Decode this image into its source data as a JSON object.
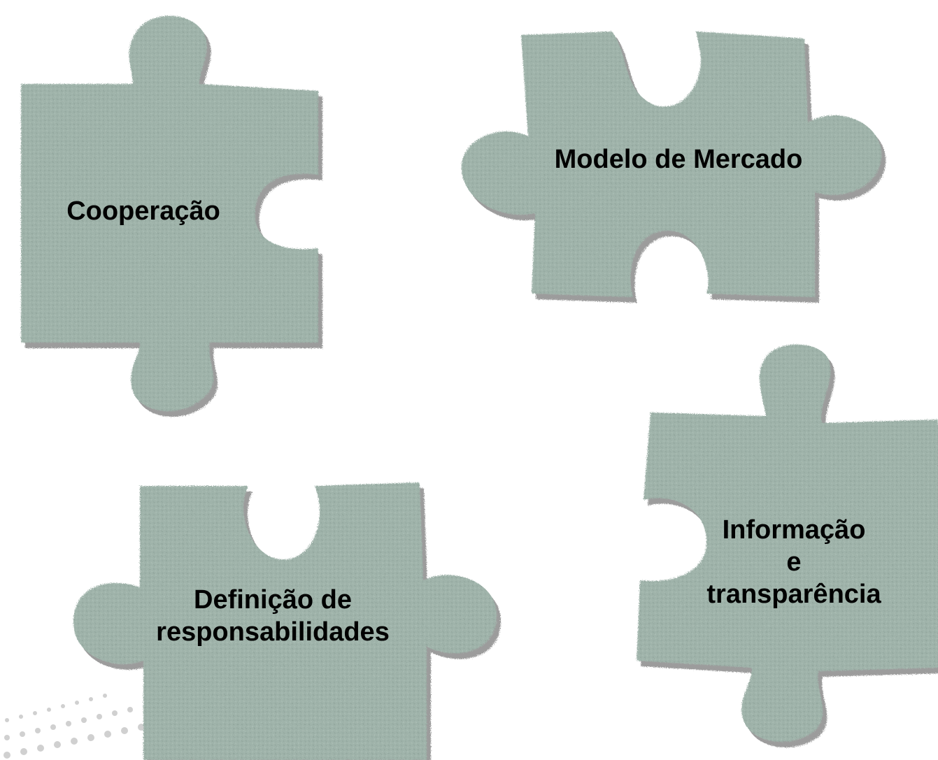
{
  "pieces": {
    "cooperacao": {
      "label": "Cooperação"
    },
    "modelo_mercado": {
      "label": "Modelo de Mercado"
    },
    "definicao": {
      "line1": "Definição de",
      "line2": "responsabilidades"
    },
    "informacao": {
      "line1": "Informação",
      "line2": "e",
      "line3": "transparência"
    }
  },
  "colors": {
    "piece_fill": "#9fb3aa",
    "piece_shadow": "#4a4a4a",
    "text": "#000000",
    "background": "#ffffff"
  }
}
